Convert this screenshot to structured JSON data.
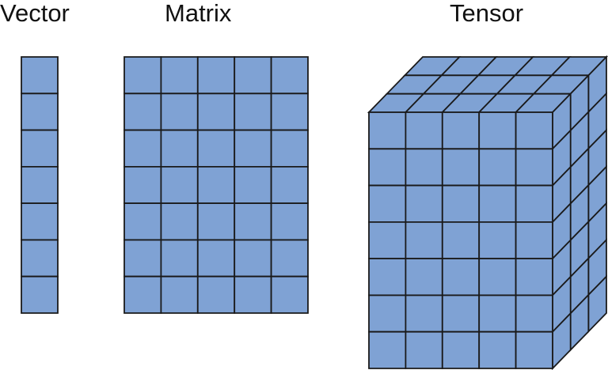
{
  "labels": {
    "vector": "Vector",
    "matrix": "Matrix",
    "tensor": "Tensor"
  },
  "grids": {
    "vector": {
      "rows": 7,
      "cols": 1
    },
    "matrix": {
      "rows": 7,
      "cols": 5
    },
    "tensor": {
      "rows": 7,
      "cols": 5,
      "depth": 3
    }
  },
  "colors": {
    "cell_fill": "#7fa2d4",
    "cell_stroke": "#1a1a1a",
    "background": "#ffffff"
  }
}
